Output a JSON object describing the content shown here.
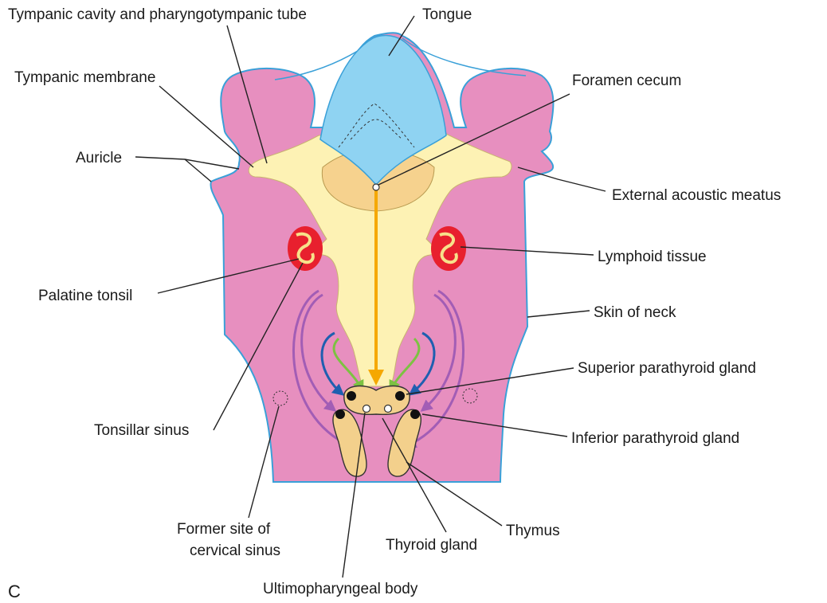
{
  "labels": {
    "tympanic_cavity": "Tympanic cavity and pharyngotympanic tube",
    "tongue": "Tongue",
    "tympanic_membrane": "Tympanic membrane",
    "foramen_cecum": "Foramen cecum",
    "auricle": "Auricle",
    "external_acoustic_meatus": "External acoustic meatus",
    "lymphoid_tissue": "Lymphoid tissue",
    "palatine_tonsil": "Palatine tonsil",
    "skin_of_neck": "Skin of neck",
    "superior_parathyroid": "Superior parathyroid gland",
    "tonsillar_sinus": "Tonsillar sinus",
    "inferior_parathyroid": "Inferior parathyroid gland",
    "former_site_line1": "Former site of",
    "former_site_line2": "cervical sinus",
    "thymus": "Thymus",
    "thyroid_gland": "Thyroid gland",
    "ultimopharyngeal_body": "Ultimopharyngeal body"
  },
  "panel_letter": "C",
  "colors": {
    "skin": "#e78fbf",
    "outline": "#3aa0d8",
    "pharynx": "#fdf2b4",
    "tongue": "#8fd3f2",
    "tongue_base": "#f6d28e",
    "tonsil": "#e8202e",
    "thyroid_path": "#f5a800",
    "green_arrow": "#7cc242",
    "blue_arrow": "#1f5fb0",
    "purple_arrow": "#a25db5"
  }
}
